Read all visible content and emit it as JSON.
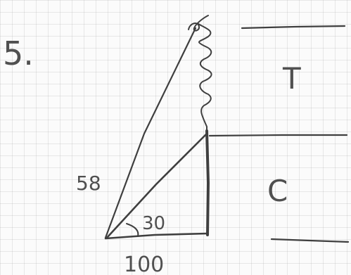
{
  "problem": {
    "number": "5."
  },
  "triangle": {
    "hypotenuse_label": "58",
    "angle_label": "30",
    "base_label": "100"
  },
  "regions": {
    "upper_label": "T",
    "lower_label": "C"
  },
  "colors": {
    "ink": "#3f3f3f",
    "paper": "#fbfbfb",
    "grid": "#a0a0a0"
  }
}
